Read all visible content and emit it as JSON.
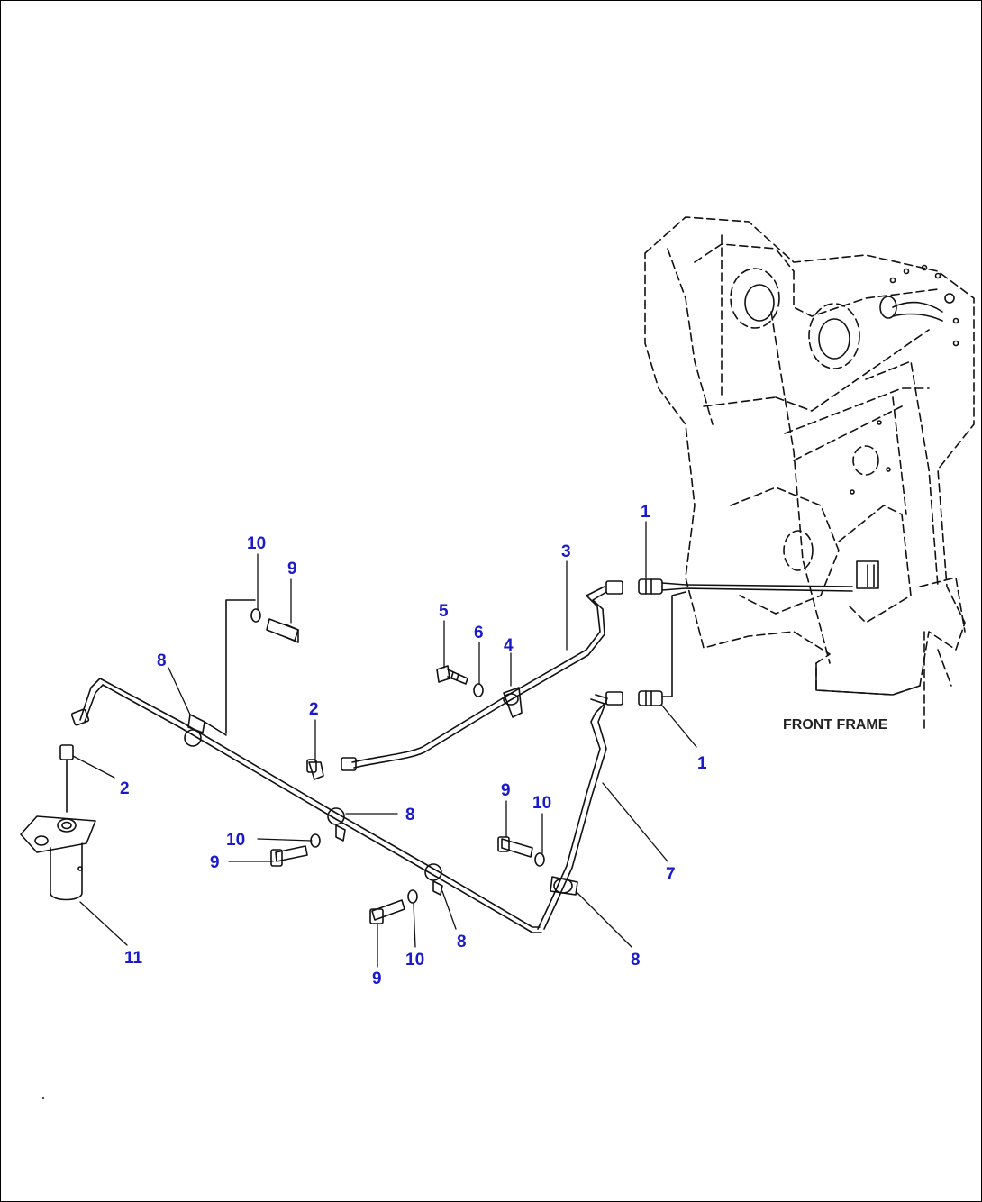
{
  "colors": {
    "callout": "#1a1acc",
    "line": "#111111",
    "caption": "#222222"
  },
  "caption": "FRONT FRAME",
  "callouts": [
    {
      "id": "c1a",
      "label": "1"
    },
    {
      "id": "c1b",
      "label": "1"
    },
    {
      "id": "c2a",
      "label": "2"
    },
    {
      "id": "c2b",
      "label": "2"
    },
    {
      "id": "c3",
      "label": "3"
    },
    {
      "id": "c4",
      "label": "4"
    },
    {
      "id": "c5",
      "label": "5"
    },
    {
      "id": "c6",
      "label": "6"
    },
    {
      "id": "c7",
      "label": "7"
    },
    {
      "id": "c8a",
      "label": "8"
    },
    {
      "id": "c8b",
      "label": "8"
    },
    {
      "id": "c8c",
      "label": "8"
    },
    {
      "id": "c8d",
      "label": "8"
    },
    {
      "id": "c9a",
      "label": "9"
    },
    {
      "id": "c9b",
      "label": "9"
    },
    {
      "id": "c9c",
      "label": "9"
    },
    {
      "id": "c9d",
      "label": "9"
    },
    {
      "id": "c10a",
      "label": "10"
    },
    {
      "id": "c10b",
      "label": "10"
    },
    {
      "id": "c10c",
      "label": "10"
    },
    {
      "id": "c10d",
      "label": "10"
    },
    {
      "id": "c11",
      "label": "11"
    }
  ]
}
